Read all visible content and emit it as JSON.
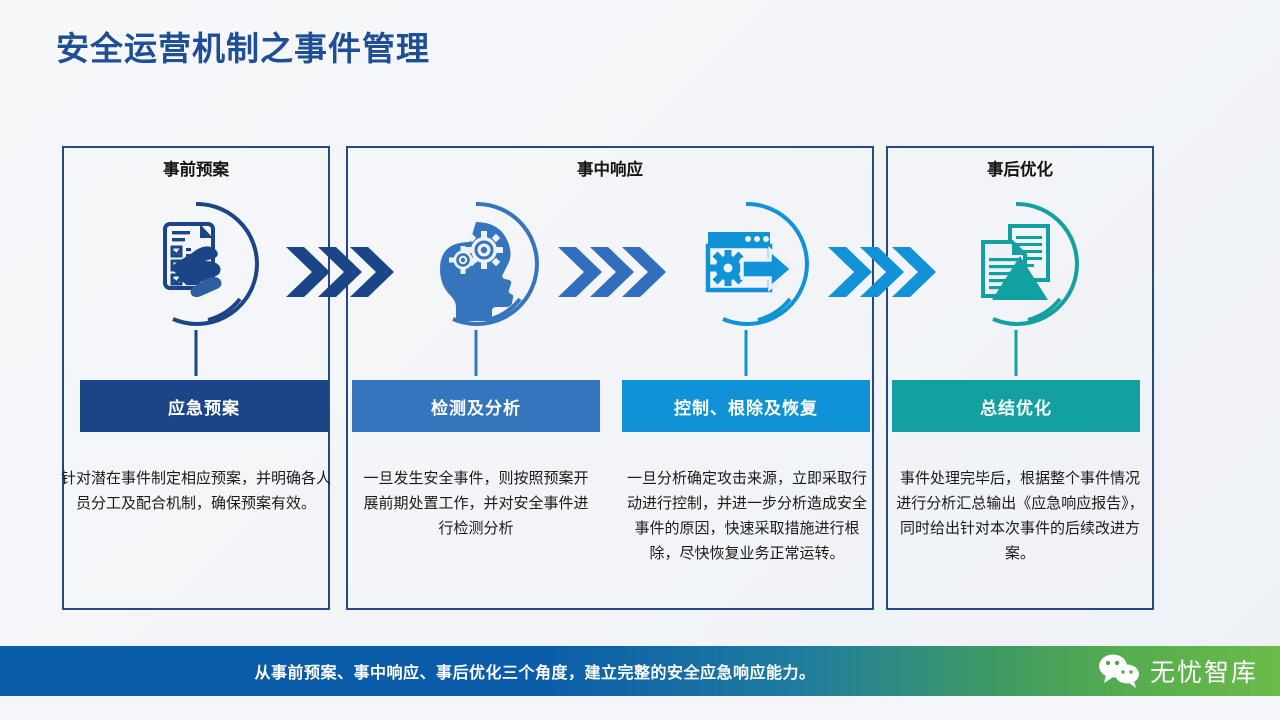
{
  "slide": {
    "title": "安全运营机制之事件管理"
  },
  "phases": [
    {
      "id": "pre",
      "label": "事前预案"
    },
    {
      "id": "during",
      "label": "事中响应"
    },
    {
      "id": "post",
      "label": "事后优化"
    }
  ],
  "stages": [
    {
      "id": "emergency-plan",
      "icon": "clipboard-checklist-hand-icon",
      "label": "应急预案",
      "color": "#1c4587",
      "description": "针对潜在事件制定相应预案，并明确各人员分工及配合机制，确保预案有效。"
    },
    {
      "id": "detection-analysis",
      "icon": "head-gears-icon",
      "label": "检测及分析",
      "color": "#3575bd",
      "description": "一旦发生安全事件，则按照预案开展前期处置工作，并对安全事件进行检测分析"
    },
    {
      "id": "containment-eradication-recovery",
      "icon": "browser-gear-arrow-icon",
      "label": "控制、根除及恢复",
      "color": "#0f93d6",
      "description": "一旦分析确定攻击来源，立即采取行动进行控制，并进一步分析造成安全事件的原因，快速采取措施进行根除，尽快恢复业务正常运转。"
    },
    {
      "id": "summary-optimization",
      "icon": "documents-triangle-icon",
      "label": "总结优化",
      "color": "#13a0a0",
      "description": "事件处理完毕后，根据整个事件情况进行分析汇总输出《应急响应报告》，同时给出针对本次事件的后续改进方案。"
    }
  ],
  "arrows": [
    {
      "id": "arrow-1",
      "icon": "triple-chevron-right-icon",
      "color": "#1c4587"
    },
    {
      "id": "arrow-2",
      "icon": "triple-chevron-right-icon",
      "color": "#2f6fbb"
    },
    {
      "id": "arrow-3",
      "icon": "triple-chevron-right-icon",
      "color": "#0f93d6"
    }
  ],
  "footer": {
    "text": "从事前预案、事中响应、事后优化三个角度，建立完整的安全应急响应能力。",
    "brand_name": "无忧智库",
    "brand_icon": "wechat-icon"
  }
}
